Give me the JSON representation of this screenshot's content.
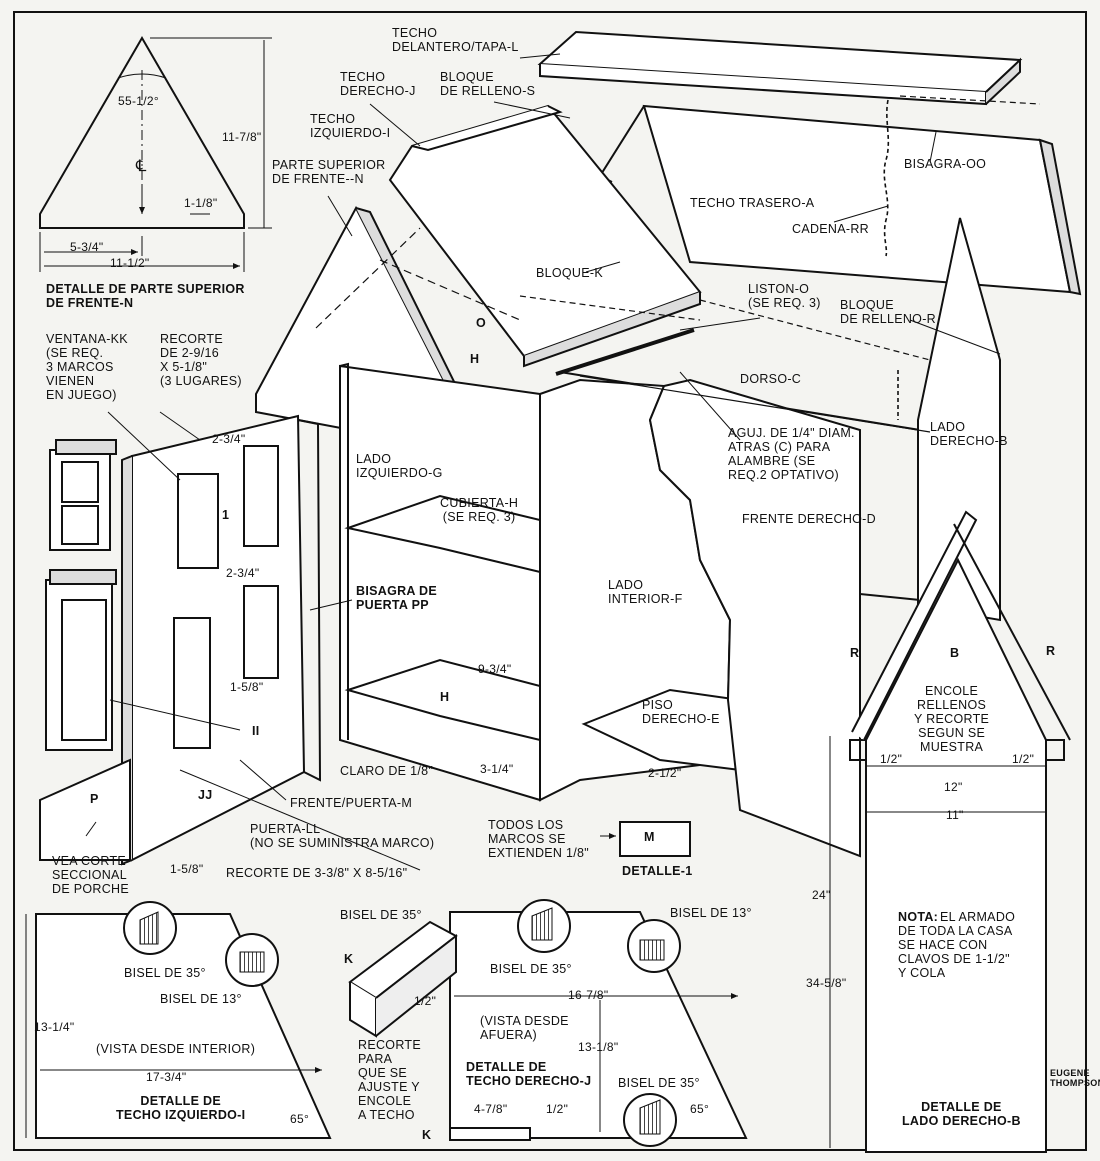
{
  "diagram": {
    "title_labels": {
      "techo_delantero": "TECHO\nDELANTERO/TAPA-L",
      "techo_derecho": "TECHO\nDERECHO-J",
      "bloque_relleno_s": "BLOQUE\nDE RELLENO-S",
      "techo_izquierdo": "TECHO\nIZQUIERDO-I",
      "parte_superior": "PARTE SUPERIOR\nDE FRENTE--N",
      "bisagra_oo": "BISAGRA-OO",
      "techo_trasero": "TECHO TRASERO-A",
      "cadena_rr": "CADENA-RR",
      "bloque_k": "BLOQUE-K",
      "liston_o": "LISTON-O\n(SE REQ. 3)",
      "bloque_relleno_r": "BLOQUE\nDE RELLENO-R",
      "mark_o": "O",
      "mark_h1": "H",
      "dorso_c": "DORSO-C",
      "ventana_kk": "VENTANA-KK\n(SE REQ.\n3 MARCOS\nVIENEN\nEN JUEGO)",
      "recorte_29": "RECORTE\nDE 2-9/16\nx 5-1/8\"\n(3 LUGARES)",
      "lado_izquierdo": "LADO\nIZQUIERDO-G",
      "aguj": "AGUJ. DE 1/4\" DIAM.\nATRAS (C) PARA\nALAMBRE (SE\nREQ.2 OPTATIVO)",
      "lado_derecho_b": "LADO\nDERECHO-B",
      "cubierta_h": "CUBIERTA-H\n(SE REQ. 3)",
      "frente_derecho": "FRENTE DERECHO-D",
      "bisagra_pp": "BISAGRA DE\nPUERTA PP",
      "lado_interior": "LADO\nINTERIOR-F",
      "mark_b": "B",
      "mark_r_left": "R",
      "mark_r_right": "R",
      "encole": "ENCOLE\nRELLENOS\nY RECORTE\nSEGUN SE\nMUESTRA",
      "mark_h2": "H",
      "piso_derecho": "PISO\nDERECHO-E",
      "mark_ii": "II",
      "claro": "CLARO DE 1/8\"",
      "mark_jj": "JJ",
      "frente_puerta": "FRENTE/PUERTA-M",
      "mark_p": "P",
      "puerta_ll": "PUERTA-LL\n(NO SE SUMINISTRA MARCO)",
      "todos_marcos": "TODOS LOS\nMARCOS SE\nEXTIENDEN 1/8\"",
      "mark_m": "M",
      "detalle_1": "DETALLE-1",
      "vea_corte": "VEA CORTE\nSECCIONAL\nDE PORCHE",
      "recorte_33": "RECORTE DE 3-3/8\" x 8-5/16\"",
      "mark_1": "1",
      "detalle_n": "DETALLE DE PARTE SUPERIOR\nDE FRENTE-N",
      "bisel_35_k": "BISEL DE 35°",
      "mark_k": "K",
      "bisel_35_i": "BISEL DE 35°",
      "bisel_13_i": "BISEL DE 13°",
      "vista_interior": "(VISTA DESDE INTERIOR)",
      "detalle_i": "DETALLE DE\nTECHO IZQUIERDO-I",
      "bisel_35_j": "BISEL DE 35°",
      "bisel_13_j": "BISEL DE 13°",
      "vista_afuera": "(VISTA DESDE\nAFUERA)",
      "recorte_para": "RECORTE\nPARA\nQUE SE\nAJUSTE Y\nENCOLE\nA TECHO",
      "detalle_j": "DETALLE DE\nTECHO DERECHO-J",
      "bisel_35_j2": "BISEL DE 35°",
      "mark_k2": "K",
      "nota": "EL ARMADO\nDE TODA LA CASA\nSE HACE CON\nCLAVOS DE 1-1/2\"\nY COLA",
      "nota_label": "NOTA:",
      "detalle_b": "DETALLE DE\nLADO DERECHO-B",
      "signature": "EUGENE\nTHOMPSON"
    },
    "dimensions": {
      "angle_top": "55-1/2°",
      "cl": "℄",
      "h_11_78": "11-7/8\"",
      "d_1_18": "1-1/8\"",
      "d_5_34": "5-3/4\"",
      "d_11_12": "11-1/2\"",
      "d_2_34a": "2-3/4\"",
      "d_2_34b": "2-3/4\"",
      "d_1_58a": "1-5/8\"",
      "d_1_58b": "1-5/8\"",
      "d_9_34": "9-3/4\"",
      "d_3_14": "3-1/4\"",
      "d_2_12": "2-1/2\"",
      "d_half_l": "1/2\"",
      "d_half_r": "1/2\"",
      "d_12": "12\"",
      "d_11": "11\"",
      "d_24": "24\"",
      "d_34_58": "34-5/8\"",
      "d_13_14": "13-1/4\"",
      "d_17_34": "17-3/4\"",
      "ang_65_i": "65°",
      "d_half_k": "1/2\"",
      "d_16_78": "16-7/8\"",
      "d_13_18": "13-1/8\"",
      "d_4_78": "4-7/8\"",
      "d_half_j": "1/2\"",
      "ang_65_j": "65°"
    }
  }
}
